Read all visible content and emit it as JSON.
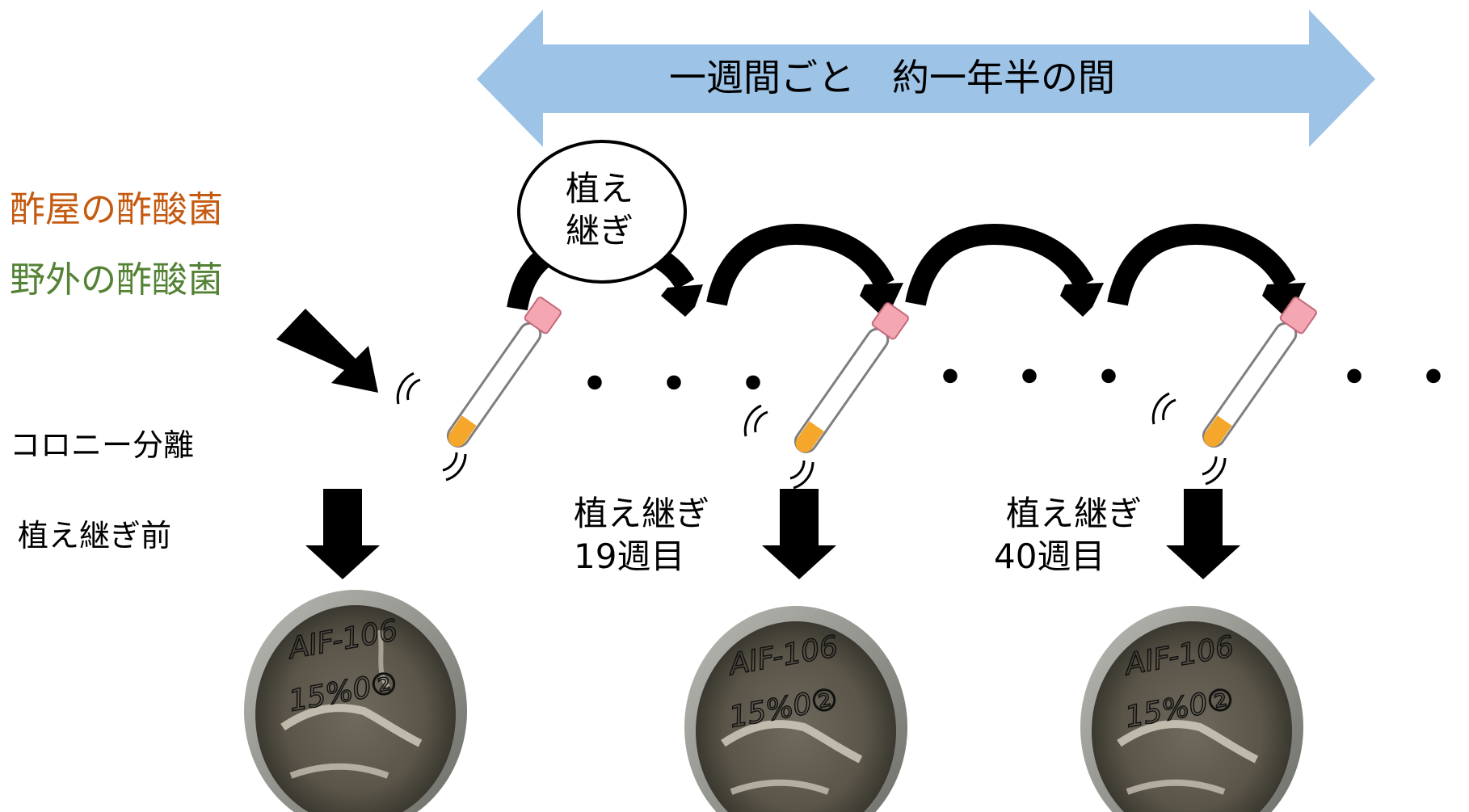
{
  "banner": {
    "text": "一週間ごと　約一年半の間",
    "color": "#9dc3e6"
  },
  "bubble": {
    "line1": "植え",
    "line2": "継ぎ"
  },
  "sources": {
    "vinegar_brewery": "酢屋の酢酸菌",
    "wild": "野外の酢酸菌",
    "color_brewery": "#c55a11",
    "color_wild": "#548235"
  },
  "labels": {
    "colony_isolation": "コロニー分離",
    "before_transfer": "植え継ぎ前",
    "week19_a": "植え継ぎ",
    "week19_b": "19週目",
    "week40_a": "植え継ぎ",
    "week40_b": "40週目"
  },
  "ellipsis": "・・・",
  "plate_text": {
    "line1": "AIF-106",
    "line2": "15%0②"
  }
}
